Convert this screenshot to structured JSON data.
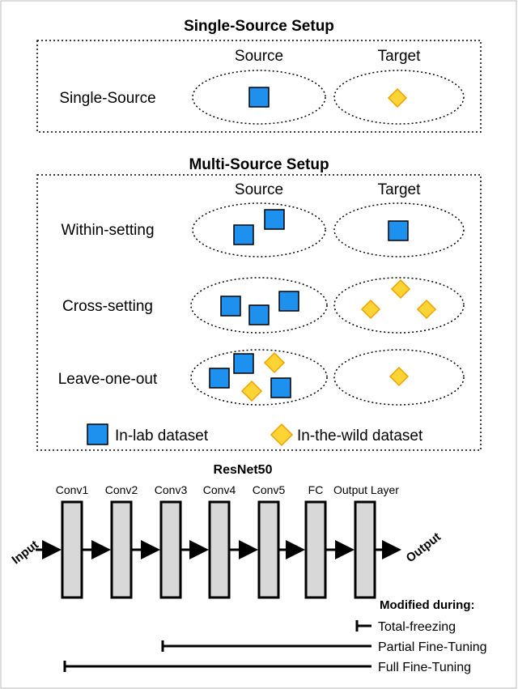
{
  "single_source": {
    "title": "Single-Source Setup",
    "source_label": "Source",
    "target_label": "Target",
    "row_label": "Single-Source"
  },
  "multi_source": {
    "title": "Multi-Source Setup",
    "source_label": "Source",
    "target_label": "Target",
    "rows": [
      "Within-setting",
      "Cross-setting",
      "Leave-one-out"
    ]
  },
  "legend": {
    "inlab": "In-lab dataset",
    "wild": "In-the-wild dataset"
  },
  "colors": {
    "inlab_fill": "#1e90ee",
    "wild_fill": "#fcd535",
    "wild_stroke": "#f0a000",
    "layer_fill": "#d8d8d8"
  },
  "architecture": {
    "title": "ResNet50",
    "layers": [
      "Conv1",
      "Conv2",
      "Conv3",
      "Conv4",
      "Conv5",
      "FC",
      "Output Layer"
    ],
    "input_label": "Input",
    "output_label": "Output"
  },
  "modified": {
    "title": "Modified during:",
    "items": [
      "Total-freezing",
      "Partial Fine-Tuning",
      "Full Fine-Tuning"
    ]
  }
}
